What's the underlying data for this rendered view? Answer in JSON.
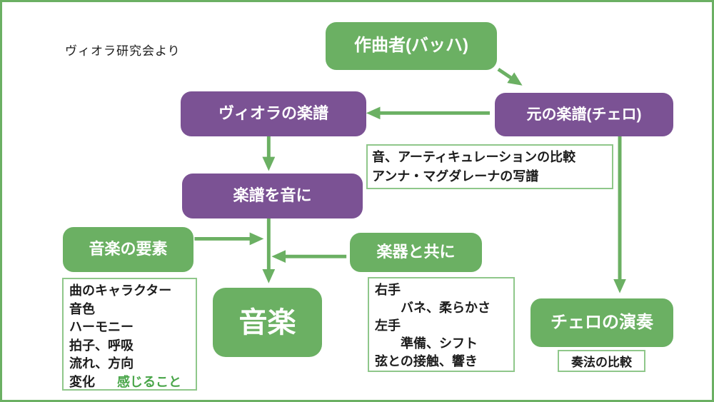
{
  "title": "ヴィオラ研究会より",
  "colors": {
    "green": "#6bb063",
    "purple": "#7b5294",
    "border_green": "#8fc78a",
    "green_text": "#4aa64a",
    "ink": "#1c1c1c"
  },
  "nodes": {
    "composer": "作曲者(バッハ)",
    "original_score": "元の楽譜(チェロ)",
    "viola_score": "ヴィオラの楽譜",
    "score_to_sound": "楽譜を音に",
    "music_elements": "音楽の要素",
    "with_instrument": "楽器と共に",
    "music": "音楽",
    "cello_performance": "チェロの演奏"
  },
  "notes": {
    "comparison": {
      "lines": [
        "音、アーティキュレーションの比較",
        "アンナ・マグダレーナの写譜"
      ]
    },
    "elements_list": {
      "lines": [
        "曲のキャラクター",
        "音色",
        "ハーモニー",
        "拍子、呼吸",
        "流れ、方向"
      ],
      "last_black": "変化",
      "last_green": "感じること"
    },
    "hands_list": {
      "lines": [
        "右手",
        "バネ、柔らかさ",
        "左手",
        "準備、シフト",
        "弦との接触、響き"
      ]
    },
    "technique": "奏法の比較"
  },
  "edges": [
    {
      "from": "composer",
      "to": "original_score"
    },
    {
      "from": "original_score",
      "to": "viola_score"
    },
    {
      "from": "viola_score",
      "to": "score_to_sound"
    },
    {
      "from": "score_to_sound",
      "to": "music"
    },
    {
      "from": "music_elements",
      "to": "score_to_sound_music_line"
    },
    {
      "from": "with_instrument",
      "to": "score_to_sound_music_line"
    },
    {
      "from": "original_score",
      "to": "cello_performance"
    }
  ]
}
